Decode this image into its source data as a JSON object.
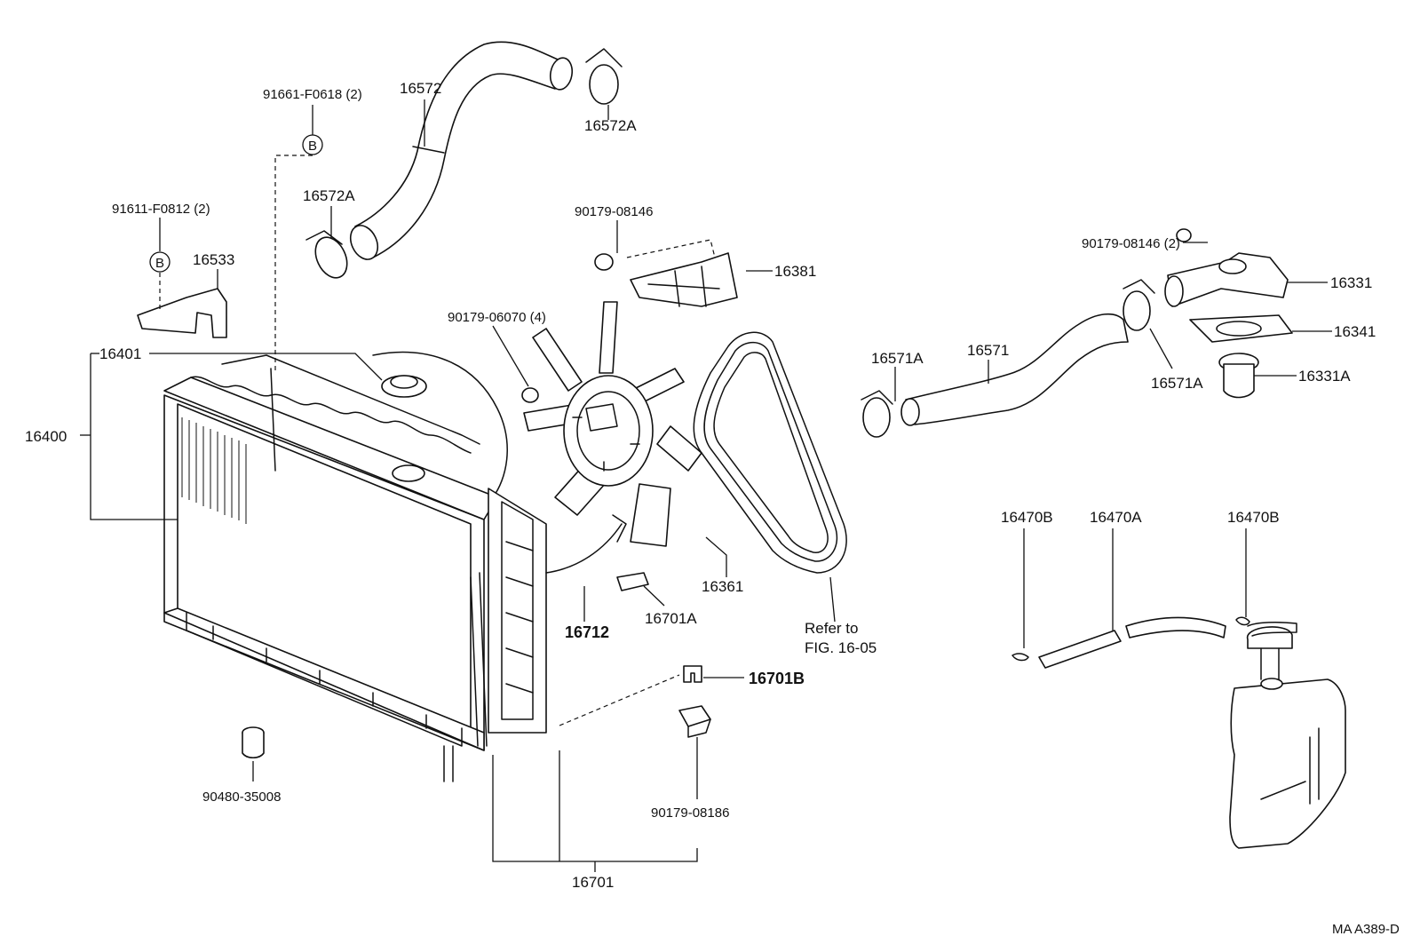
{
  "drawing_code": "MA  A389-D",
  "labels": {
    "p91661": "91661-F0618 (2)",
    "p16572": "16572",
    "p16572A_top": "16572A",
    "p16572A_left": "16572A",
    "p91611": "91611-F0812 (2)",
    "p16533": "16533",
    "b_top": "B",
    "b_left": "B",
    "p90179_08146": "90179-08146",
    "p16381": "16381",
    "p90179_06070": "90179-06070 (4)",
    "p16401": "16401",
    "p16400": "16400",
    "p90179_08146_2": "90179-08146 (2)",
    "p16331": "16331",
    "p16341": "16341",
    "p16331A": "16331A",
    "p16571A_left": "16571A",
    "p16571": "16571",
    "p16571A_right": "16571A",
    "p16361": "16361",
    "p16712": "16712",
    "p16701A": "16701A",
    "refer_to": "Refer to",
    "fig": "FIG. 16-05",
    "p16470B_left": "16470B",
    "p16470A": "16470A",
    "p16470B_right": "16470B",
    "p16701B": "16701B",
    "p90480": "90480-35008",
    "p90179_08186": "90179-08186",
    "p16701": "16701"
  }
}
